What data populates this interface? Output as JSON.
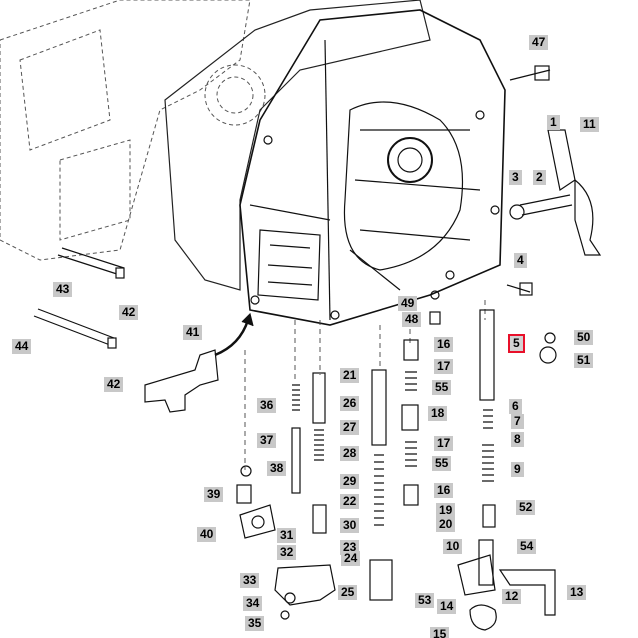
{
  "accent_color": "#e8102a",
  "selected_part": "5",
  "callouts": {
    "p1": "1",
    "p2": "2",
    "p3": "3",
    "p4": "4",
    "p5": "5",
    "p6": "6",
    "p7": "7",
    "p8": "8",
    "p9": "9",
    "p10": "10",
    "p11": "11",
    "p12": "12",
    "p13": "13",
    "p14": "14",
    "p15": "15",
    "p16a": "16",
    "p16b": "16",
    "p17a": "17",
    "p17b": "17",
    "p18": "18",
    "p19": "19",
    "p20": "20",
    "p21": "21",
    "p22": "22",
    "p23": "23",
    "p24": "24",
    "p25": "25",
    "p26": "26",
    "p27": "27",
    "p28": "28",
    "p29": "29",
    "p30": "30",
    "p31": "31",
    "p32": "32",
    "p33": "33",
    "p34": "34",
    "p35": "35",
    "p36": "36",
    "p37": "37",
    "p38": "38",
    "p39": "39",
    "p40": "40",
    "p41": "41",
    "p42a": "42",
    "p42b": "42",
    "p43": "43",
    "p44": "44",
    "p47": "47",
    "p48": "48",
    "p49": "49",
    "p50": "50",
    "p51": "51",
    "p52": "52",
    "p53": "53",
    "p54": "54",
    "p55a": "55",
    "p55b": "55"
  }
}
